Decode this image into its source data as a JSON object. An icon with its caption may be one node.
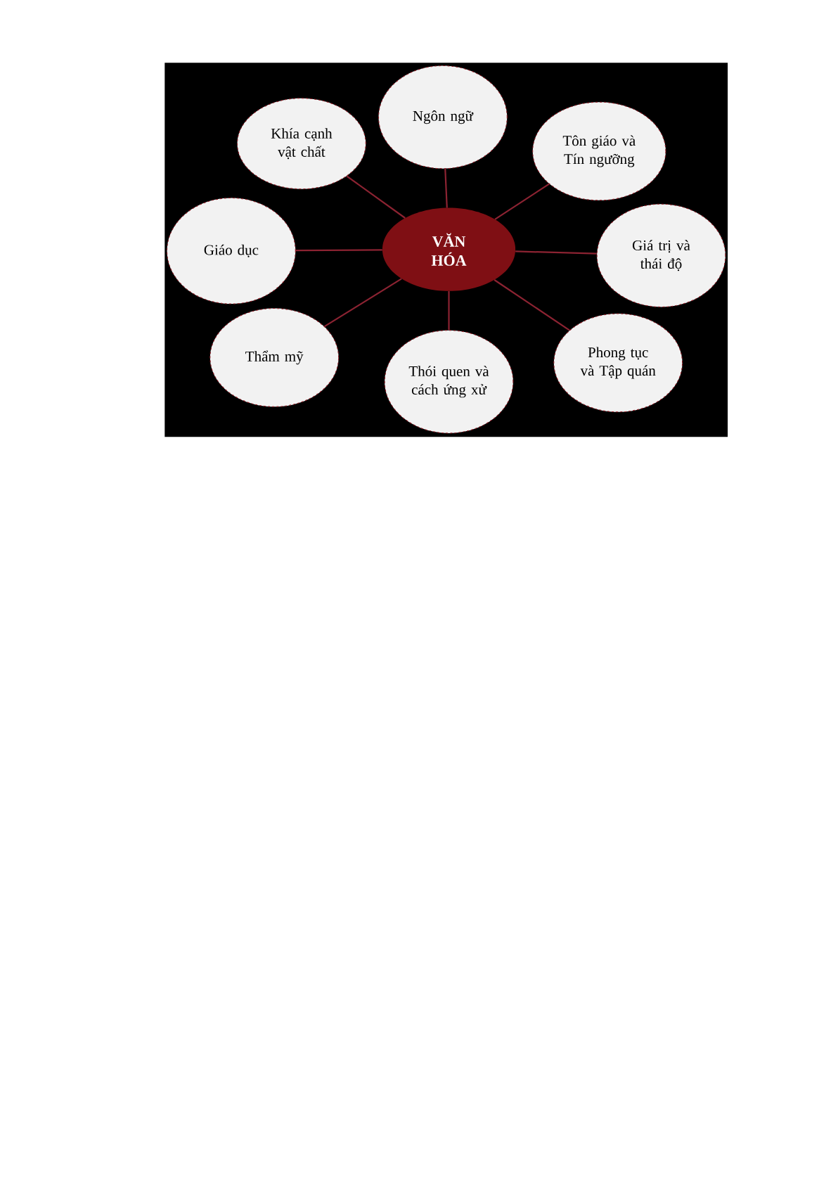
{
  "diagram": {
    "nodes": [
      {
        "text": [
          "VĂN HÓA"
        ]
      },
      {
        "text": [
          "Khía cạnh vật chất"
        ]
      },
      {
        "text": [
          "Ngôn ngữ"
        ]
      },
      {
        "text": [
          "Tôn giáo và Tín ngưỡng"
        ]
      },
      {
        "text": [
          "Giáo dục"
        ]
      },
      {
        "text": [
          "Giá trị và thái độ"
        ]
      },
      {
        "text": [
          "Thẩm mỹ"
        ]
      },
      {
        "text": [
          "Thói quen và cách ứng xử"
        ]
      },
      {
        "text": [
          "Phong tục và Tập quán"
        ]
      }
    ],
    "edges": [
      {
        "from": 0,
        "to": 1,
        "arrow": "none"
      },
      {
        "from": 0,
        "to": 2,
        "arrow": "none"
      },
      {
        "from": 0,
        "to": 3,
        "arrow": "none"
      },
      {
        "from": 0,
        "to": 4,
        "arrow": "none"
      },
      {
        "from": 0,
        "to": 5,
        "arrow": "none"
      },
      {
        "from": 0,
        "to": 6,
        "arrow": "none"
      },
      {
        "from": 0,
        "to": 7,
        "arrow": "none"
      },
      {
        "from": 0,
        "to": 8,
        "arrow": "none"
      }
    ]
  }
}
